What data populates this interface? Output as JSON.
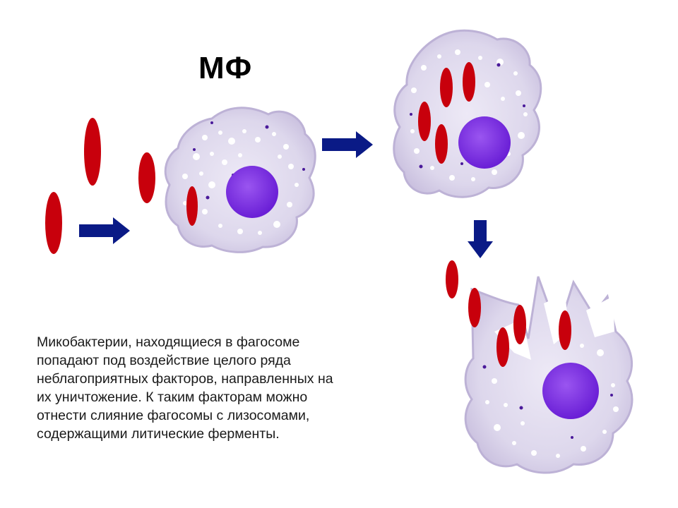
{
  "title": "МФ",
  "caption": {
    "lines": [
      "Микобактерии, находящиеся в фагосоме",
      "попадают под воздействие целого ряда",
      "неблагоприятных факторов, направленных на",
      "их уничтожение. К таким факторам можно",
      "отнести слияние фагосомы с лизосомами,",
      "содержащими литические ферменты."
    ]
  },
  "colors": {
    "bacterium": "#c8000c",
    "arrow": "#0a1a86",
    "cell_body": "#dcd6ec",
    "nucleus": "#7a2ee0"
  },
  "stages": [
    "macrophage-approach",
    "phagocytosis",
    "destruction"
  ]
}
